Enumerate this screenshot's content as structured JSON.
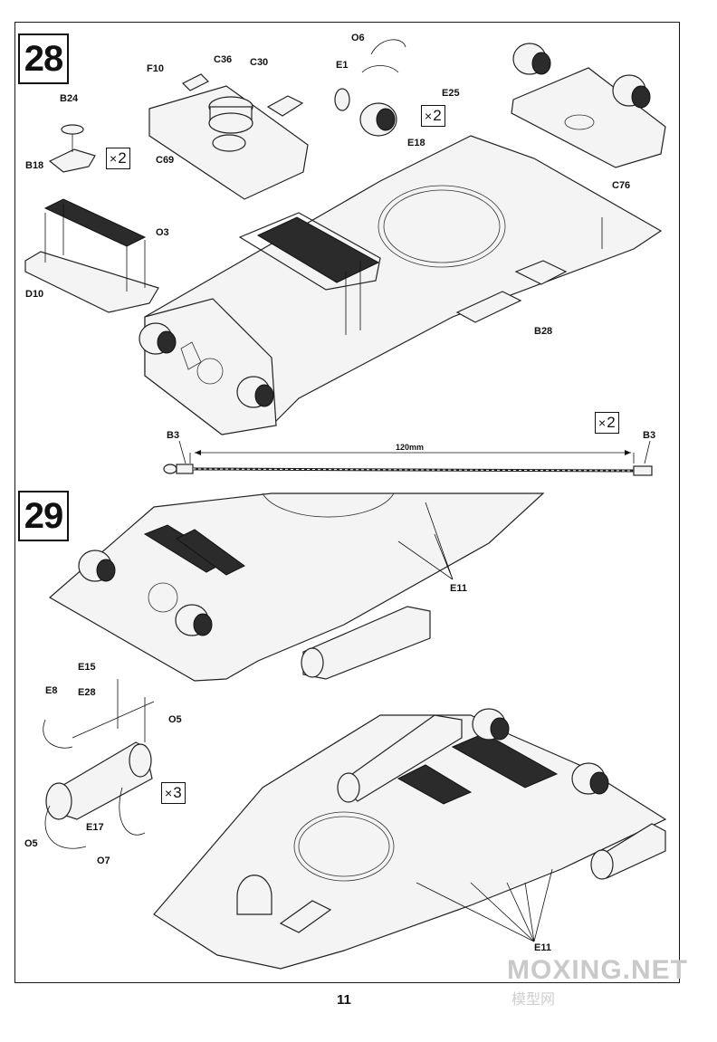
{
  "page_number": "11",
  "watermark": {
    "brand": "MOXING.NET",
    "sub": "模型网"
  },
  "steps": [
    {
      "number": "28"
    },
    {
      "number": "29"
    }
  ],
  "step28": {
    "labels": {
      "b24": "B24",
      "b18": "B18",
      "f10": "F10",
      "c36": "C36",
      "c30": "C30",
      "c69": "C69",
      "o6": "O6",
      "e1": "E1",
      "e25": "E25",
      "e18": "E18",
      "o3": "O3",
      "d10": "D10",
      "c76": "C76",
      "b28": "B28",
      "b3_left": "B3",
      "b3_right": "B3"
    },
    "multipliers": {
      "fuel_cap": "2",
      "filler": "2",
      "cable": "2"
    },
    "cable_length": "120mm"
  },
  "step29": {
    "labels": {
      "e11_top": "E11",
      "e15": "E15",
      "e8": "E8",
      "e28": "E28",
      "o5_top": "O5",
      "e17": "E17",
      "o5_bottom": "O5",
      "o7": "O7",
      "e11_bottom": "E11"
    },
    "multipliers": {
      "tank": "3"
    }
  },
  "symbols": {
    "times": "×"
  }
}
